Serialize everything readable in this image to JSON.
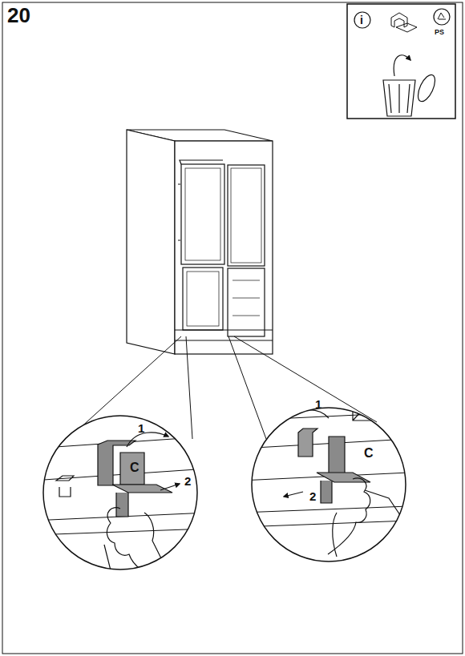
{
  "diagram": {
    "labels": [
      "20",
      "i",
      "PS",
      "1",
      "C",
      "2",
      "1",
      "C",
      "2"
    ]
  }
}
